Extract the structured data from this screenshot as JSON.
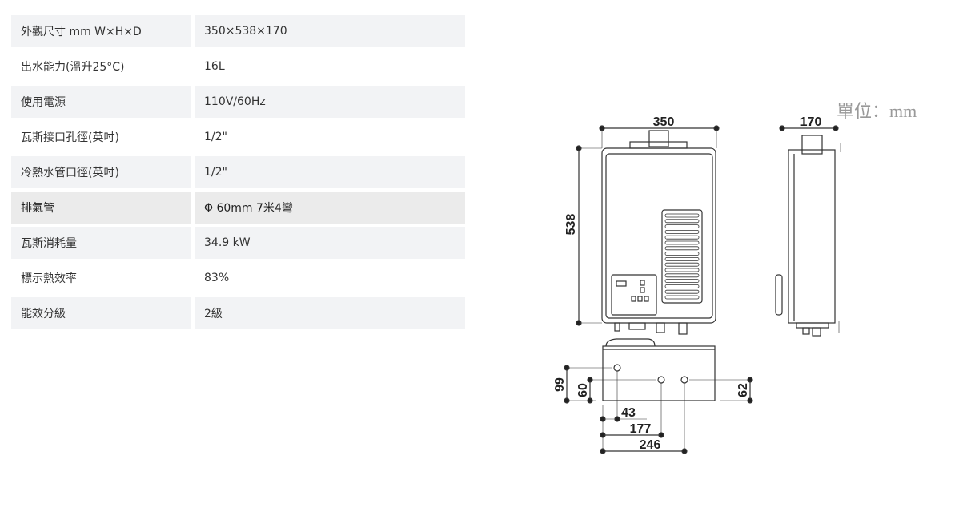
{
  "specs": [
    {
      "label": "外觀尺寸 mm W×H×D",
      "value": "350×538×170"
    },
    {
      "label": "出水能力(溫升25°C)",
      "value": "16L"
    },
    {
      "label": "使用電源",
      "value": "110V/60Hz"
    },
    {
      "label": "瓦斯接口孔徑(英吋)",
      "value": "1/2\""
    },
    {
      "label": "冷熱水管口徑(英吋)",
      "value": "1/2\""
    },
    {
      "label": "排氣管",
      "value": "Φ 60mm 7米4彎"
    },
    {
      "label": "瓦斯消耗量",
      "value": "34.9 kW"
    },
    {
      "label": "標示熱效率",
      "value": "83%"
    },
    {
      "label": "能效分級",
      "value": "2級"
    }
  ],
  "diagram": {
    "unit": "單位：mm",
    "width": "350",
    "height": "538",
    "depth": "170",
    "d99": "99",
    "d60": "60",
    "d62": "62",
    "d43": "43",
    "d177": "177",
    "d246": "246"
  }
}
